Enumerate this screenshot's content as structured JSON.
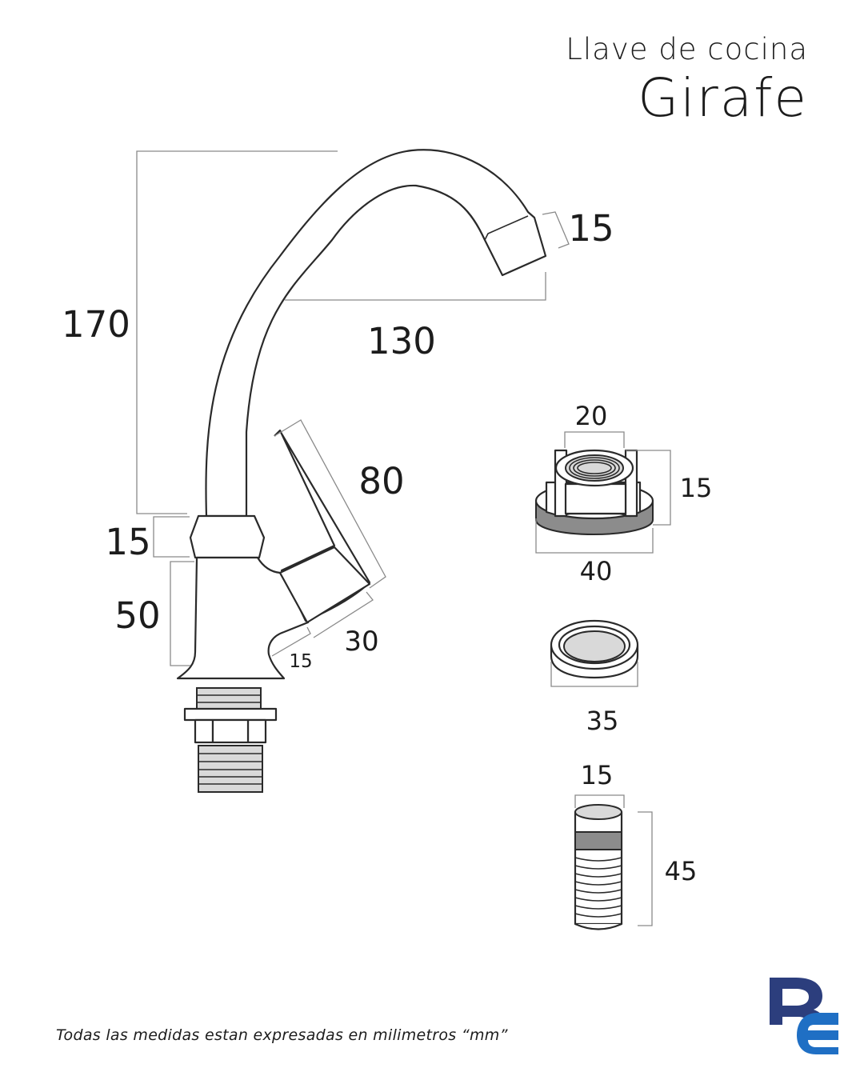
{
  "header": {
    "subtitle": "Llave de cocina",
    "title": "Girafe"
  },
  "dimensions": {
    "spout_height": "170",
    "spout_reach": "130",
    "spout_tip": "15",
    "handle_length": "80",
    "handle_width": "30",
    "lever_base": "15",
    "collar_height": "15",
    "body_height": "50",
    "nut_thread": "20",
    "nut_height": "15",
    "nut_diameter": "40",
    "washer_diameter": "35",
    "connector_diameter": "15",
    "connector_length": "45"
  },
  "footer": {
    "note": "Todas las medidas estan expresadas en milimetros “mm”"
  },
  "colors": {
    "line": "#2a2a2a",
    "dimension_line": "#8a8a8a",
    "fill_grey": "#8c8c8c",
    "logo_dark_blue": "#2c3e7d",
    "logo_light_blue": "#1f6fc4"
  }
}
